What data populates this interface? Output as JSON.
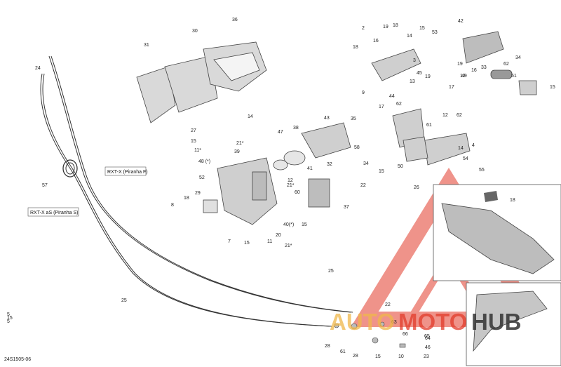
{
  "diagram": {
    "reference_code": "24S1505-06",
    "boxes": [
      {
        "id": "b1",
        "text": "RXT-X (Piranha F)"
      },
      {
        "id": "b2",
        "text": "RXT-X aS (Piranha S)"
      }
    ],
    "callouts": [
      "24",
      "57",
      "25",
      "25",
      "31",
      "30",
      "36",
      "27",
      "15",
      "11*",
      "48 (*)",
      "14",
      "21*",
      "39",
      "52",
      "29",
      "18",
      "8",
      "47",
      "38",
      "43",
      "41",
      "32",
      "60",
      "40(*)",
      "15",
      "37",
      "12",
      "21*",
      "7",
      "15",
      "20",
      "11",
      "21*",
      "35",
      "58",
      "34",
      "15",
      "22",
      "42",
      "2",
      "19",
      "18",
      "16",
      "18",
      "14",
      "15",
      "53",
      "3",
      "45",
      "19",
      "13",
      "9",
      "44",
      "17",
      "62",
      "12",
      "61",
      "14",
      "50",
      "4",
      "26",
      "54",
      "55",
      "16",
      "19",
      "49",
      "17",
      "12",
      "62",
      "33",
      "62",
      "51",
      "34",
      "15",
      "18",
      "22",
      "63",
      "66",
      "28",
      "61",
      "64",
      "46",
      "28",
      "15",
      "23",
      "65",
      "10",
      "5",
      "15",
      "5"
    ],
    "brand": {
      "auto": "AUTO",
      "moto": "MOTO",
      "hub": "HUB"
    }
  }
}
